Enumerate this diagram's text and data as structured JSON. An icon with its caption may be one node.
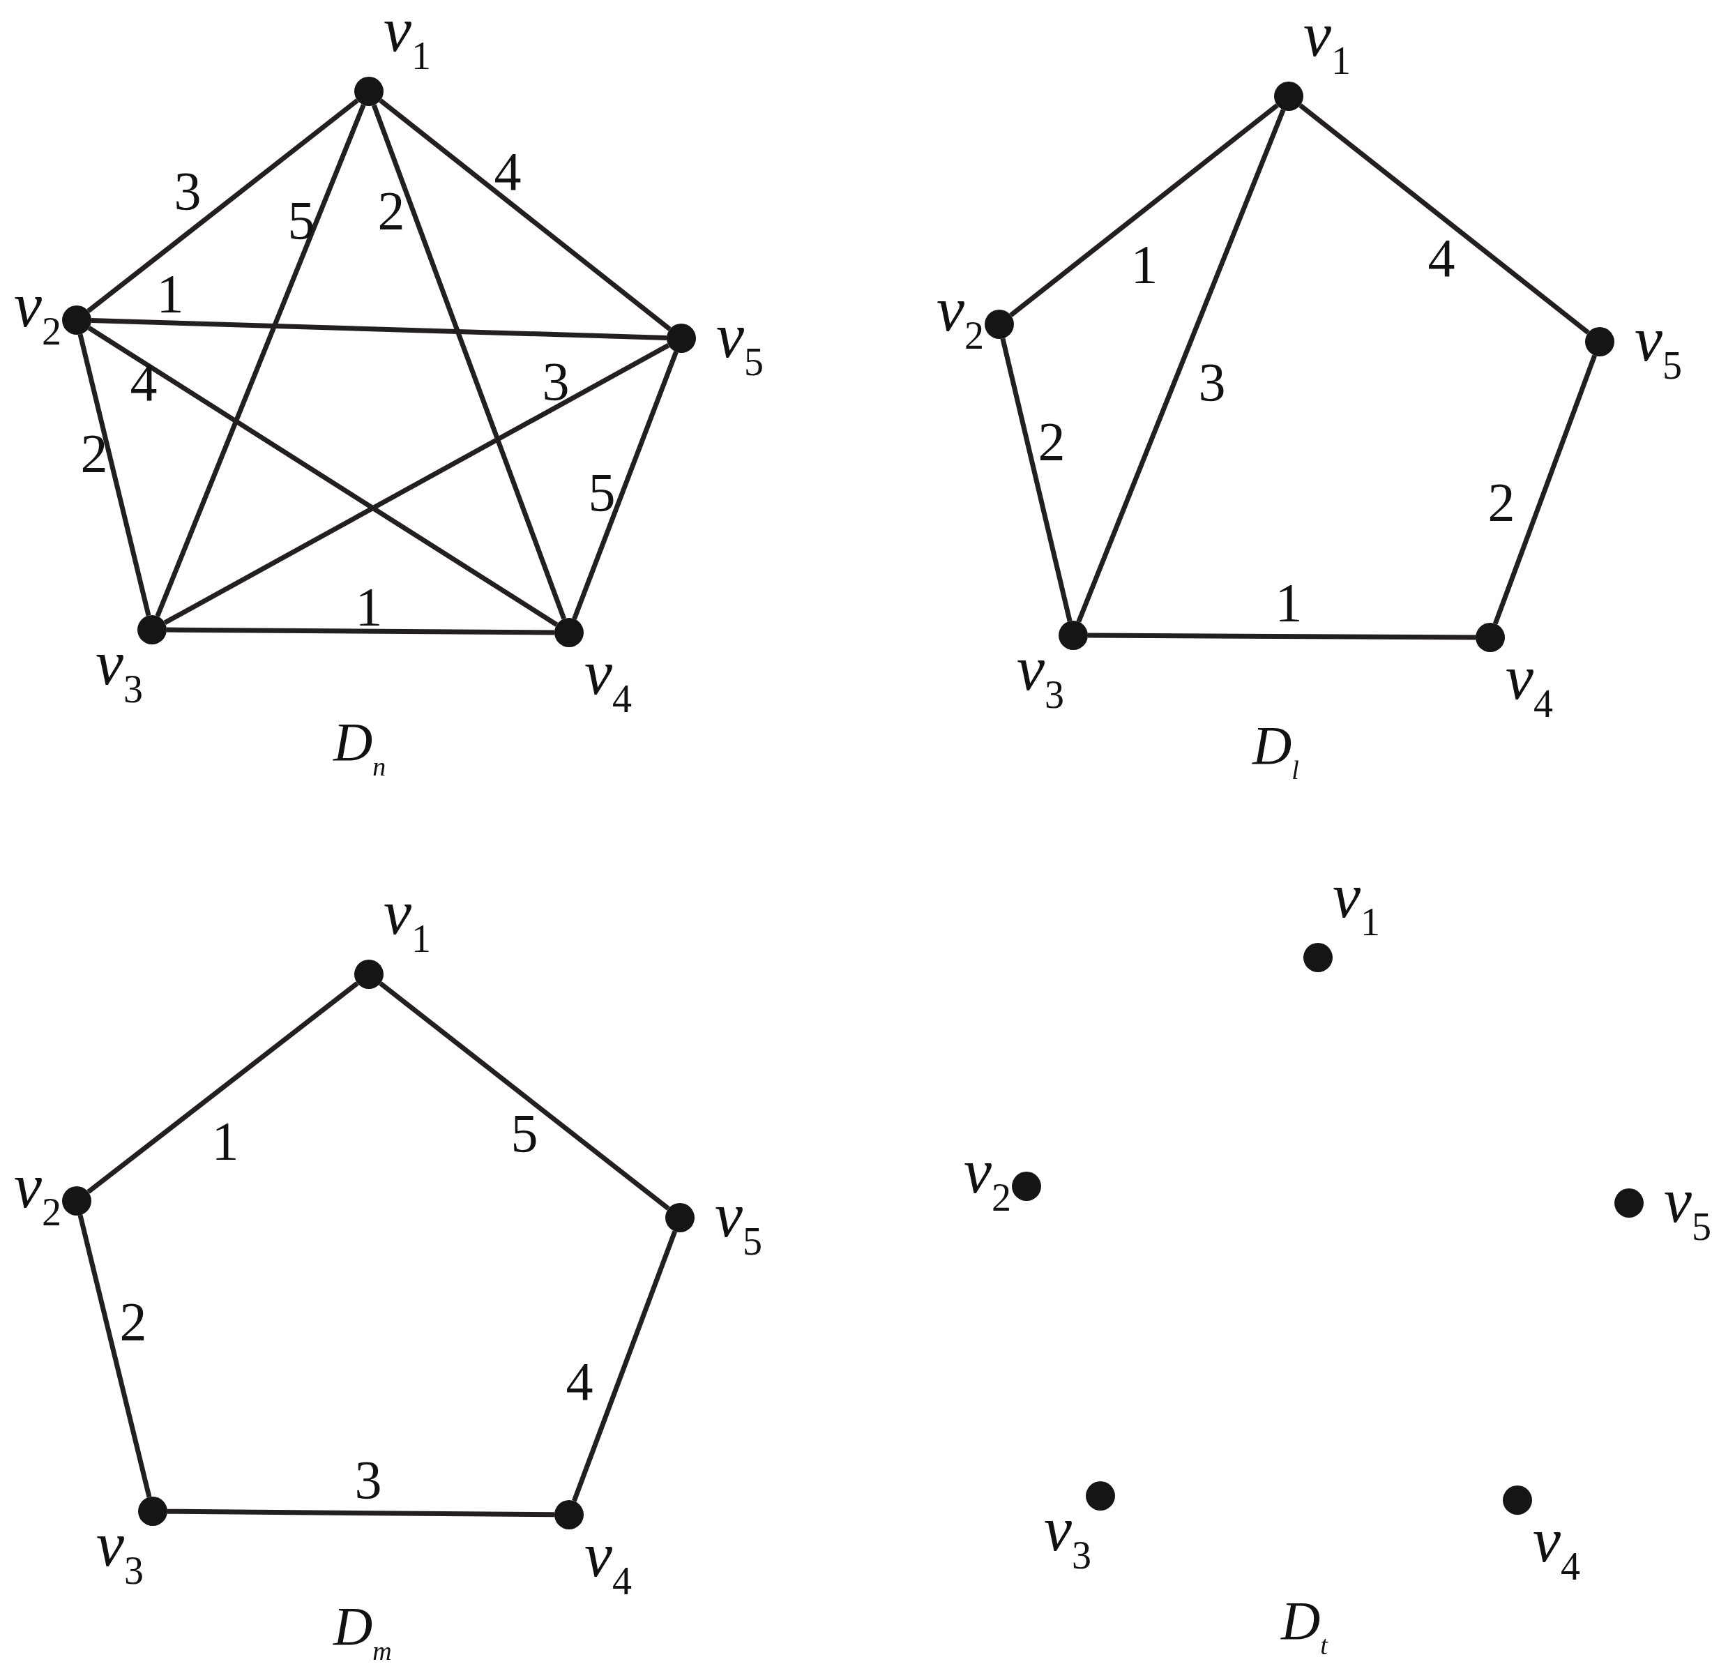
{
  "diagram": {
    "nodes": [
      {
        "text": [],
        "shape": "circle",
        "beside": [
          "*v*$_{1}$"
        ]
      },
      {
        "text": [],
        "shape": "circle",
        "beside": [
          "*v*$_{2}$"
        ]
      },
      {
        "text": [],
        "shape": "circle",
        "beside": [
          "*v*$_{3}$"
        ]
      },
      {
        "text": [],
        "shape": "circle",
        "beside": [
          "*v*$_{4}$"
        ]
      },
      {
        "text": [],
        "shape": "circle",
        "beside": [
          "*v*$_{5}$"
        ]
      },
      {
        "text": [],
        "shape": "circle",
        "beside": [
          "*v*$_{1}$"
        ]
      },
      {
        "text": [],
        "shape": "circle",
        "beside": [
          "*v*$_{2}$"
        ]
      },
      {
        "text": [],
        "shape": "circle",
        "beside": [
          "*v*$_{3}$"
        ]
      },
      {
        "text": [],
        "shape": "circle",
        "beside": [
          "*v*$_{4}$"
        ]
      },
      {
        "text": [],
        "shape": "circle",
        "beside": [
          "*v*$_{5}$"
        ]
      },
      {
        "text": [],
        "shape": "circle",
        "beside": [
          "*v*$_{1}$"
        ]
      },
      {
        "text": [],
        "shape": "circle",
        "beside": [
          "*v*$_{2}$"
        ]
      },
      {
        "text": [],
        "shape": "circle",
        "beside": [
          "*v*$_{3}$"
        ]
      },
      {
        "text": [],
        "shape": "circle",
        "beside": [
          "*v*$_{4}$"
        ]
      },
      {
        "text": [],
        "shape": "circle",
        "beside": [
          "*v*$_{5}$"
        ]
      },
      {
        "text": [],
        "shape": "circle",
        "beside": [
          "*v*$_{1}$"
        ]
      },
      {
        "text": [],
        "shape": "circle",
        "beside": [
          "*v*$_{2}$"
        ]
      },
      {
        "text": [],
        "shape": "circle",
        "beside": [
          "*v*$_{3}$"
        ]
      },
      {
        "text": [],
        "shape": "circle",
        "beside": [
          "*v*$_{4}$"
        ]
      },
      {
        "text": [],
        "shape": "circle",
        "beside": [
          "*v*$_{5}$"
        ]
      }
    ],
    "edges": [
      {
        "from": 0,
        "to": 1,
        "arrow": "none",
        "label": "3"
      },
      {
        "from": 0,
        "to": 2,
        "arrow": "none",
        "label": "5"
      },
      {
        "from": 0,
        "to": 3,
        "arrow": "none",
        "label": "2"
      },
      {
        "from": 0,
        "to": 4,
        "arrow": "none",
        "label": "4"
      },
      {
        "from": 1,
        "to": 4,
        "arrow": "none",
        "label": "1"
      },
      {
        "from": 1,
        "to": 3,
        "arrow": "none",
        "label": "4"
      },
      {
        "from": 1,
        "to": 2,
        "arrow": "none",
        "label": "2"
      },
      {
        "from": 2,
        "to": 4,
        "arrow": "none",
        "label": "3"
      },
      {
        "from": 3,
        "to": 4,
        "arrow": "none",
        "label": "5"
      },
      {
        "from": 2,
        "to": 3,
        "arrow": "none",
        "label": "1"
      },
      {
        "from": 5,
        "to": 6,
        "arrow": "none",
        "label": "1"
      },
      {
        "from": 5,
        "to": 7,
        "arrow": "none",
        "label": "3"
      },
      {
        "from": 5,
        "to": 9,
        "arrow": "none",
        "label": "4"
      },
      {
        "from": 6,
        "to": 7,
        "arrow": "none",
        "label": "2"
      },
      {
        "from": 7,
        "to": 8,
        "arrow": "none",
        "label": "1"
      },
      {
        "from": 8,
        "to": 9,
        "arrow": "none",
        "label": "2"
      },
      {
        "from": 10,
        "to": 11,
        "arrow": "none",
        "label": "1"
      },
      {
        "from": 10,
        "to": 14,
        "arrow": "none",
        "label": "5"
      },
      {
        "from": 11,
        "to": 12,
        "arrow": "none",
        "label": "2"
      },
      {
        "from": 12,
        "to": 13,
        "arrow": "none",
        "label": "3"
      },
      {
        "from": 13,
        "to": 14,
        "arrow": "none",
        "label": "4"
      }
    ],
    "labels": [
      "D$_{n}$",
      "D$_{l}$",
      "D$_{m}$",
      "D$_{t}$"
    ]
  }
}
